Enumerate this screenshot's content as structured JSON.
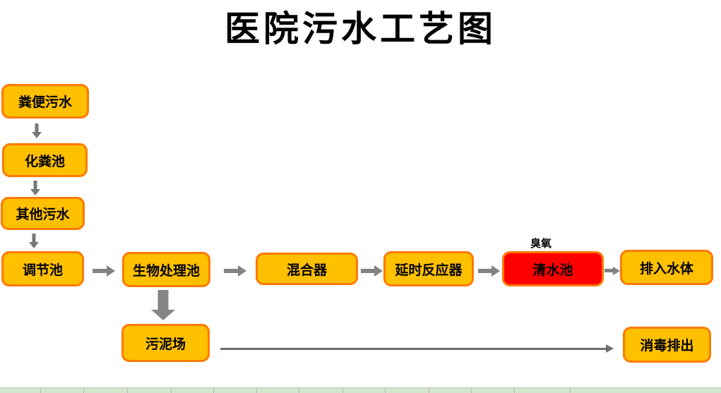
{
  "title": "医院污水工艺图",
  "annotations": {
    "ozone": "臭氧"
  },
  "nodes": {
    "fecal_sewage": "粪便污水",
    "septic_tank": "化粪池",
    "other_sewage": "其他污水",
    "regulating_tank": "调节池",
    "bio_treatment_tank": "生物处理池",
    "mixer": "混合器",
    "delay_reactor": "延时反应器",
    "clear_water_tank": "清水池",
    "discharge_to_water": "排入水体",
    "sludge_yard": "污泥场",
    "disinfect_discharge": "消毒排出"
  },
  "edges": [
    {
      "from": "fecal_sewage",
      "to": "septic_tank"
    },
    {
      "from": "septic_tank",
      "to": "other_sewage"
    },
    {
      "from": "other_sewage",
      "to": "regulating_tank"
    },
    {
      "from": "regulating_tank",
      "to": "bio_treatment_tank"
    },
    {
      "from": "bio_treatment_tank",
      "to": "mixer"
    },
    {
      "from": "mixer",
      "to": "delay_reactor"
    },
    {
      "from": "delay_reactor",
      "to": "clear_water_tank"
    },
    {
      "from": "clear_water_tank",
      "to": "discharge_to_water"
    },
    {
      "from": "bio_treatment_tank",
      "to": "sludge_yard"
    },
    {
      "from": "sludge_yard",
      "to": "disinfect_discharge"
    }
  ],
  "colors": {
    "node_fill": "#FFC000",
    "node_border": "#FF7A00",
    "highlight_fill": "#FF0000",
    "arrow_gray": "#828282",
    "long_arrow_gray": "#6E6E6E",
    "strip_green": "#D3E6CD",
    "strip_divider": "#BFAECF",
    "text": "#000000"
  }
}
